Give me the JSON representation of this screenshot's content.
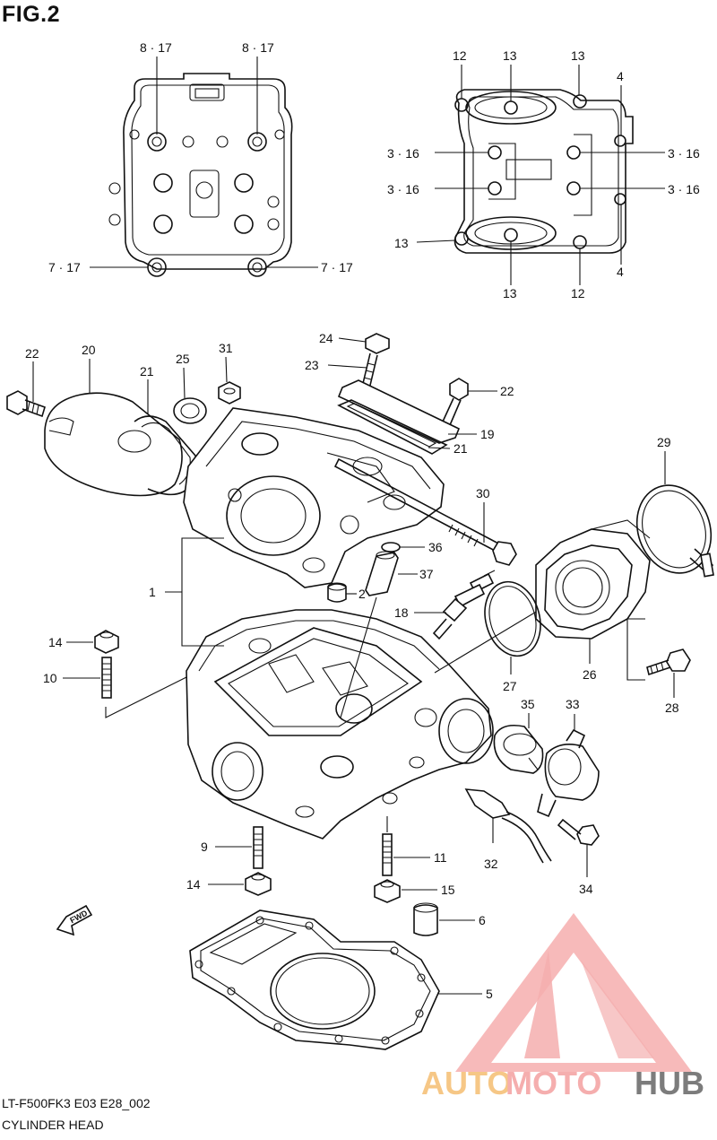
{
  "figure": {
    "title": "FIG.2",
    "model_code": "LT-F500FK3 E03 E28_002",
    "section_name": "CYLINDER HEAD"
  },
  "watermark": {
    "brand_part1": "AUTO",
    "brand_part2": "MOTO",
    "brand_part3": "HUB",
    "color_primary": "#f4a6a6",
    "color_gold": "#f6c27a",
    "color_gray": "#6e6e6e"
  },
  "fwd_marker": {
    "label": "FWD"
  },
  "callouts": {
    "c1": "1",
    "c2": "2",
    "c4a": "4",
    "c4b": "4",
    "c5": "5",
    "c6": "6",
    "c7a": "7 · 17",
    "c7b": "7 · 17",
    "c8a": "8 · 17",
    "c8b": "8 · 17",
    "c9": "9",
    "c10": "10",
    "c11": "11",
    "c12a": "12",
    "c12b": "12",
    "c13a": "13",
    "c13b": "13",
    "c13c": "13",
    "c13d": "13",
    "c14a": "14",
    "c14b": "14",
    "c15": "15",
    "c316a": "3 · 16",
    "c316b": "3 · 16",
    "c316c": "3 · 16",
    "c316d": "3 · 16",
    "c18": "18",
    "c19": "19",
    "c20": "20",
    "c21a": "21",
    "c21b": "21",
    "c22a": "22",
    "c22b": "22",
    "c23": "23",
    "c24": "24",
    "c25": "25",
    "c26": "26",
    "c27": "27",
    "c28": "28",
    "c29": "29",
    "c30": "30",
    "c31": "31",
    "c32": "32",
    "c33": "33",
    "c34": "34",
    "c35": "35",
    "c36": "36",
    "c37": "37"
  }
}
